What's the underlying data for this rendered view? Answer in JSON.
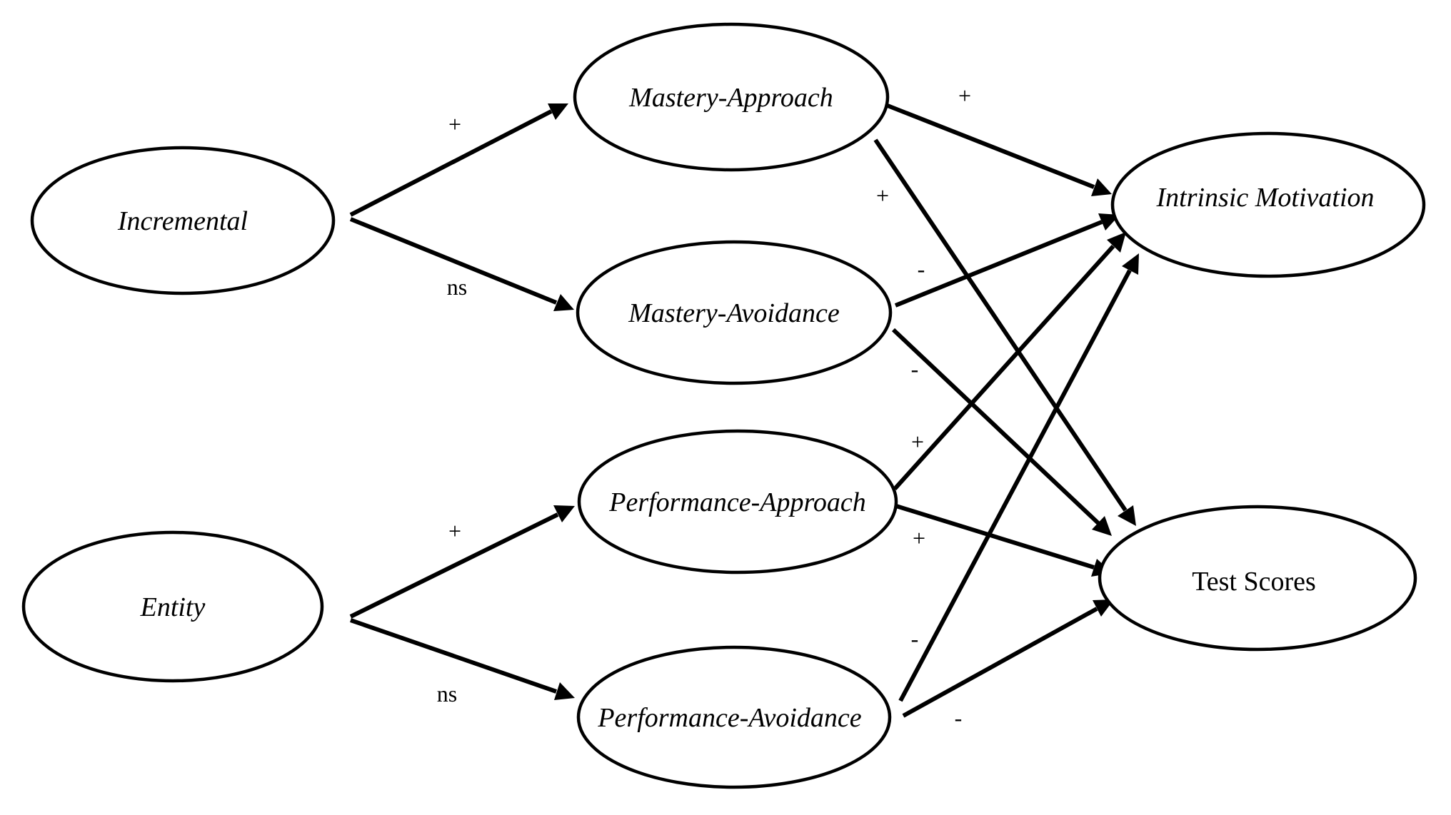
{
  "nodes": [
    {
      "id": "incremental",
      "label": "Incremental",
      "italic": true
    },
    {
      "id": "entity",
      "label": "Entity",
      "italic": true
    },
    {
      "id": "mastery_approach",
      "label": "Mastery-Approach",
      "italic": true
    },
    {
      "id": "mastery_avoidance",
      "label": "Mastery-Avoidance",
      "italic": true
    },
    {
      "id": "performance_approach",
      "label": "Performance-Approach",
      "italic": true
    },
    {
      "id": "performance_avoidance",
      "label": "Performance-Avoidance",
      "italic": true
    },
    {
      "id": "intrinsic_motivation",
      "label": "Intrinsic Motivation",
      "italic": true
    },
    {
      "id": "test_scores",
      "label": "Test Scores",
      "italic": false
    }
  ],
  "edges": [
    {
      "from": "incremental",
      "to": "mastery_approach",
      "sign": "+"
    },
    {
      "from": "incremental",
      "to": "mastery_avoidance",
      "sign": "ns"
    },
    {
      "from": "entity",
      "to": "performance_approach",
      "sign": "+"
    },
    {
      "from": "entity",
      "to": "performance_avoidance",
      "sign": "ns"
    },
    {
      "from": "mastery_approach",
      "to": "intrinsic_motivation",
      "sign": "+"
    },
    {
      "from": "mastery_approach",
      "to": "test_scores",
      "sign": "+"
    },
    {
      "from": "mastery_avoidance",
      "to": "intrinsic_motivation",
      "sign": "-"
    },
    {
      "from": "mastery_avoidance",
      "to": "test_scores",
      "sign": "-"
    },
    {
      "from": "performance_approach",
      "to": "intrinsic_motivation",
      "sign": "+"
    },
    {
      "from": "performance_approach",
      "to": "test_scores",
      "sign": "+"
    },
    {
      "from": "performance_avoidance",
      "to": "intrinsic_motivation",
      "sign": "-"
    },
    {
      "from": "performance_avoidance",
      "to": "test_scores",
      "sign": "-"
    }
  ]
}
